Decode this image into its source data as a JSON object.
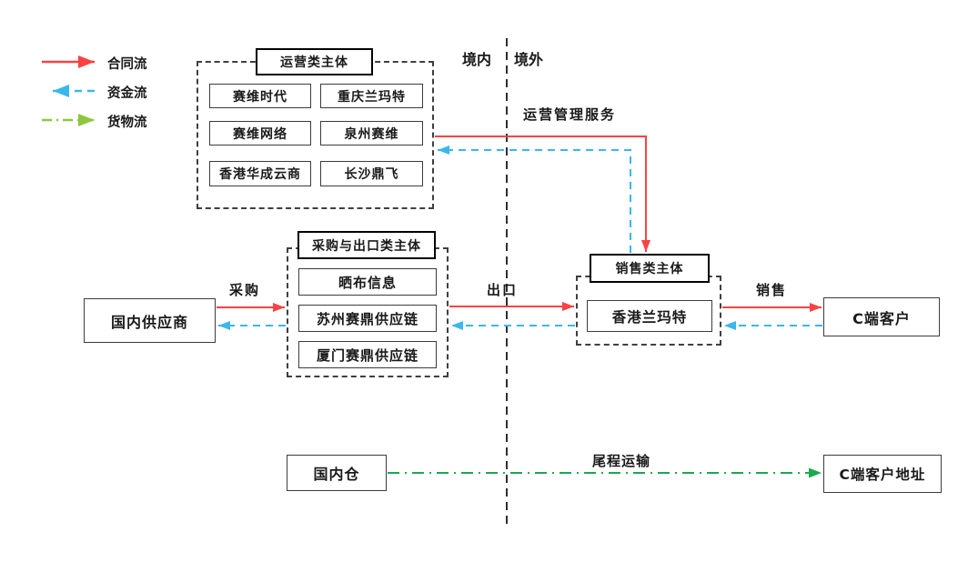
{
  "legend": {
    "items": [
      {
        "name": "contract-flow",
        "label": "合同流",
        "style": "solid",
        "direction": "right",
        "color": "#f94343"
      },
      {
        "name": "capital-flow",
        "label": "资金流",
        "style": "dashed",
        "direction": "left",
        "color": "#3ab7ec"
      },
      {
        "name": "goods-flow",
        "label": "货物流",
        "style": "dash-dot",
        "direction": "right",
        "color": "#8dc63f"
      }
    ]
  },
  "boundary": {
    "left_label": "境内",
    "right_label": "境外",
    "line_color": "#2f2f2f"
  },
  "groups": {
    "operations": {
      "title": "运营类主体",
      "members": [
        "赛维时代",
        "重庆兰玛特",
        "赛维网络",
        "泉州赛维",
        "香港华成云商",
        "长沙鼎飞"
      ]
    },
    "procurement": {
      "title": "采购与出口类主体",
      "members": [
        "晒布信息",
        "苏州赛鼎供应链",
        "厦门赛鼎供应链"
      ]
    },
    "sales": {
      "title": "销售类主体",
      "members": [
        "香港兰玛特"
      ]
    }
  },
  "nodes": {
    "domestic_supplier": "国内供应商",
    "c_customer": "C端客户",
    "domestic_warehouse": "国内仓",
    "c_customer_address": "C端客户地址"
  },
  "flow_labels": {
    "ops_service": "运营管理服务",
    "procure": "采购",
    "export": "出口",
    "sale": "销售",
    "last_mile": "尾程运输"
  },
  "colors": {
    "contract_flow": "#f94343",
    "capital_flow": "#3ab7ec",
    "goods_flow_line": "#1ba94d",
    "goods_flow_legend": "#8dc63f",
    "boundary_line": "#2f2f2f"
  }
}
